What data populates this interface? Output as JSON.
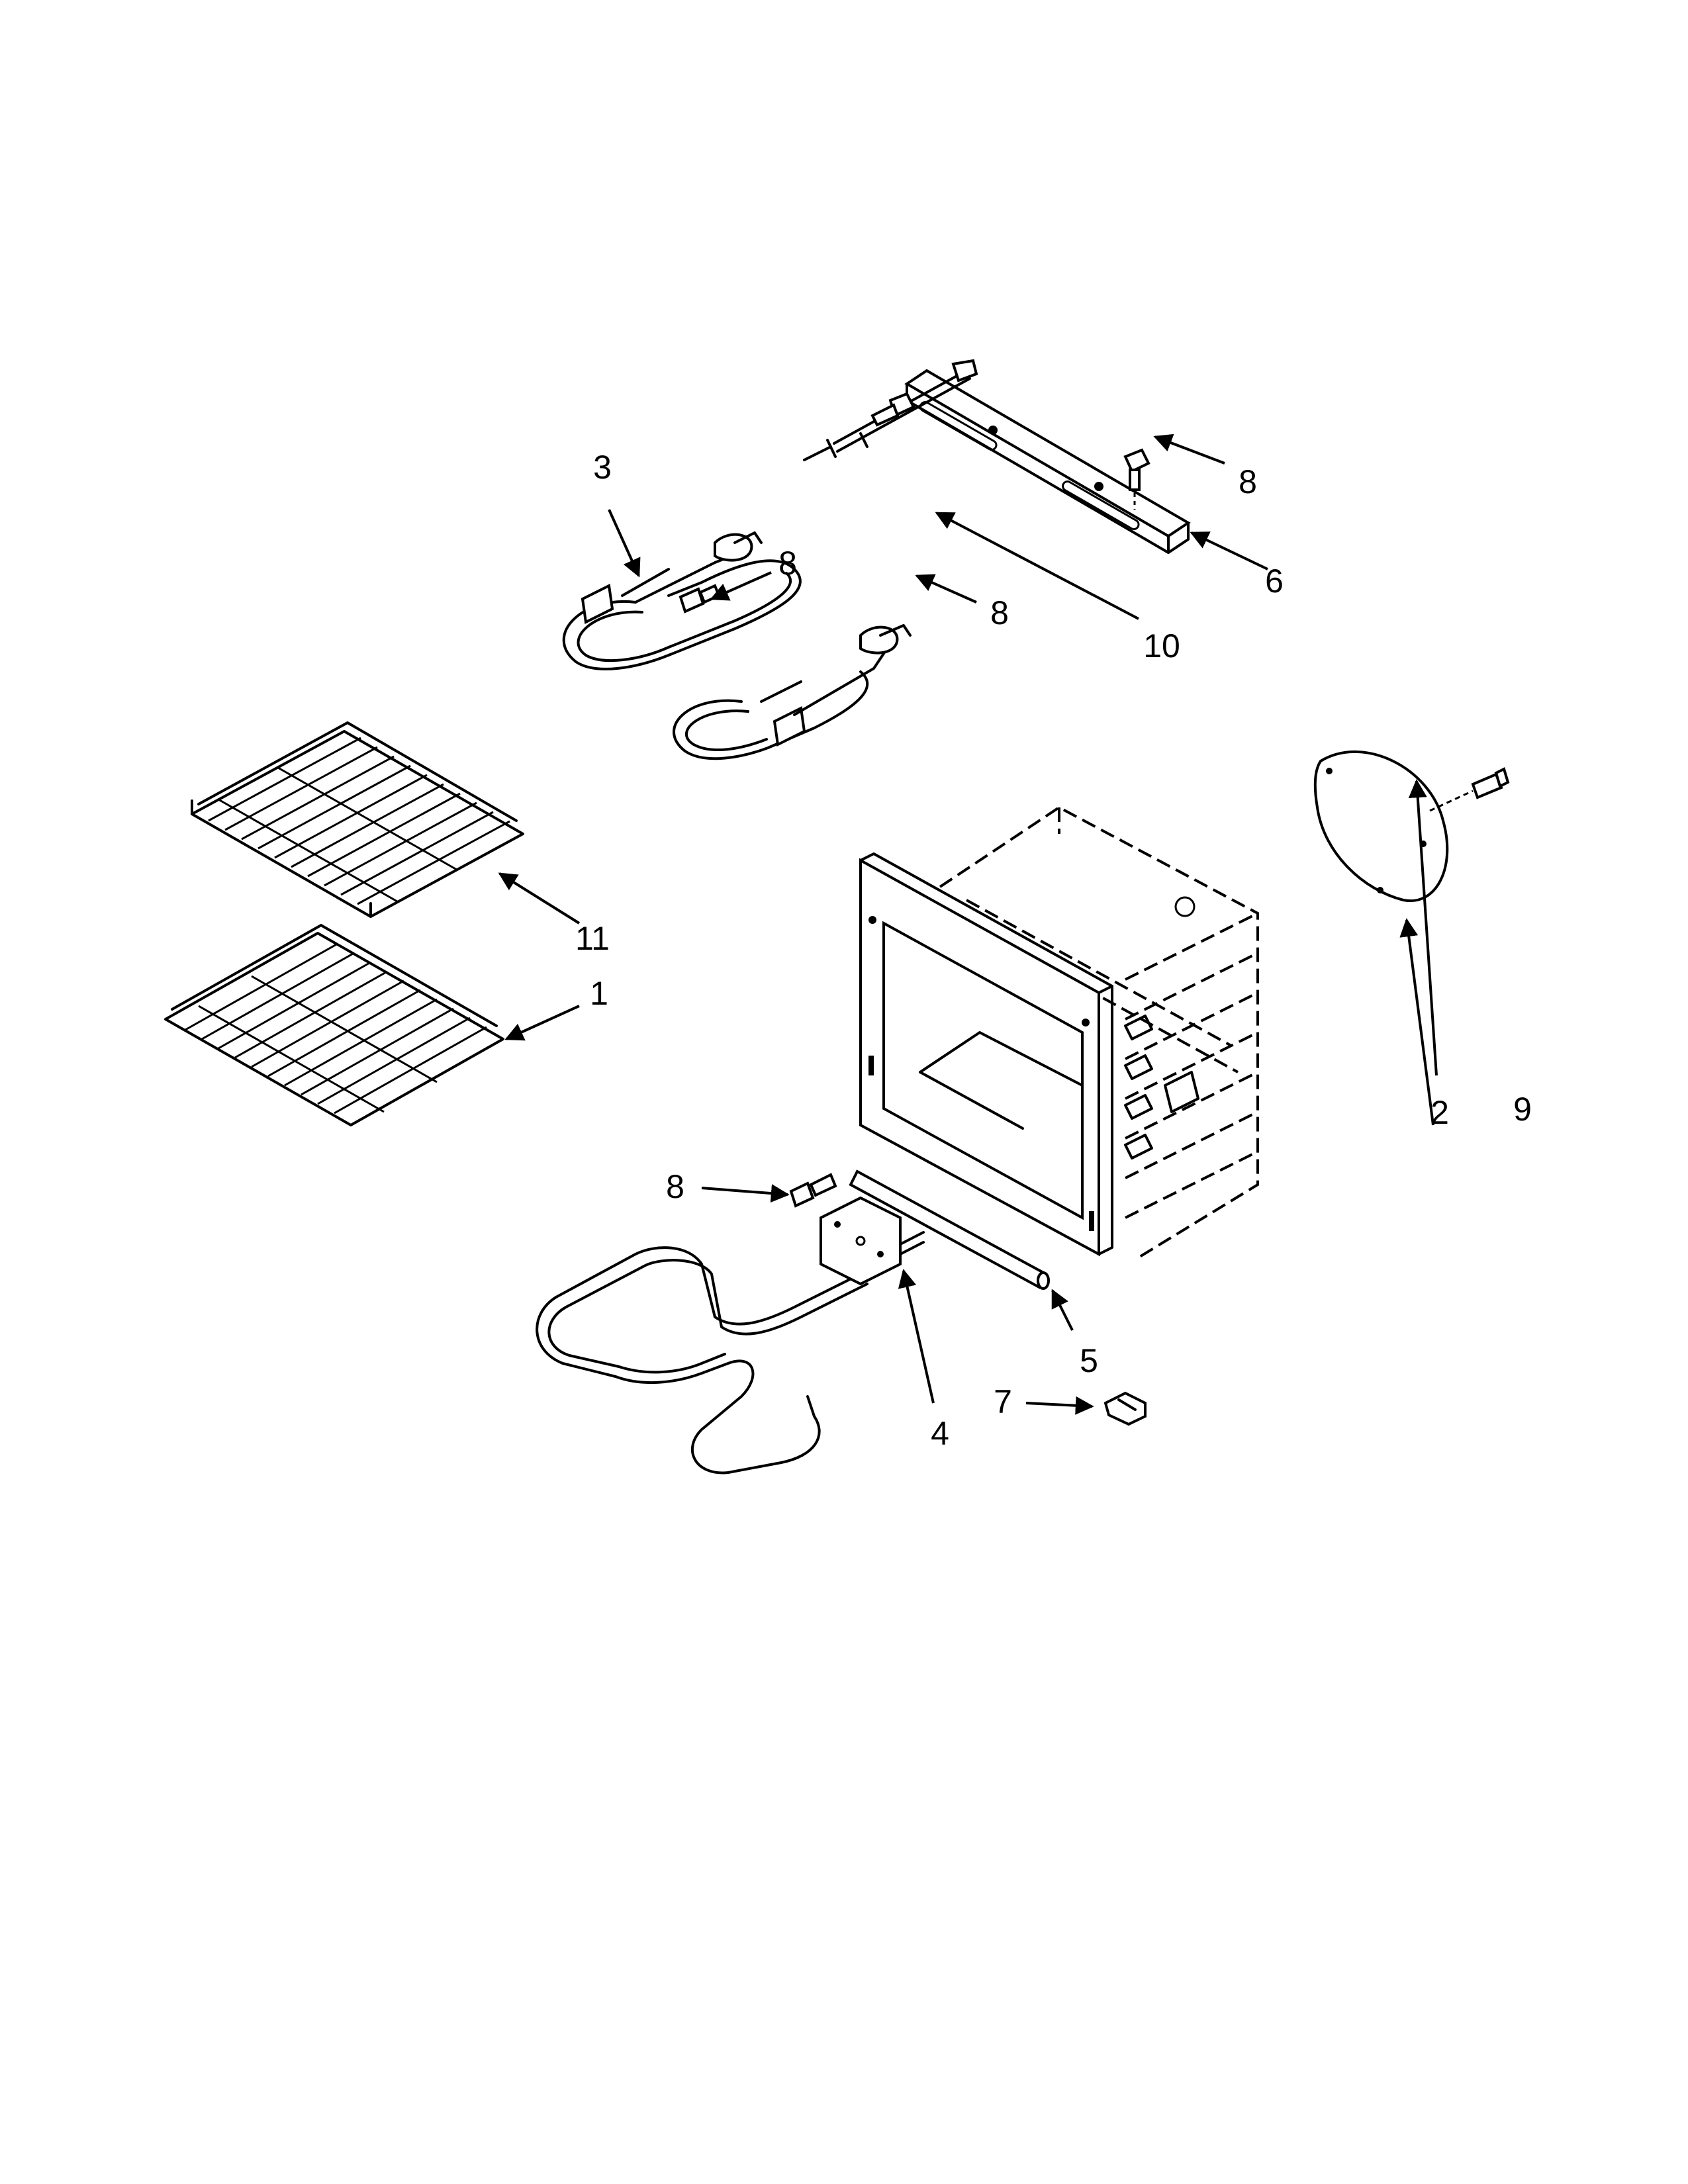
{
  "diagram": {
    "callouts": {
      "c1": "1",
      "c2": "2",
      "c3": "3",
      "c4": "4",
      "c5": "5",
      "c6": "6",
      "c7": "7",
      "c8a": "8",
      "c8b": "8",
      "c8c": "8",
      "c8d": "8",
      "c9": "9",
      "c10": "10",
      "c11": "11"
    }
  }
}
